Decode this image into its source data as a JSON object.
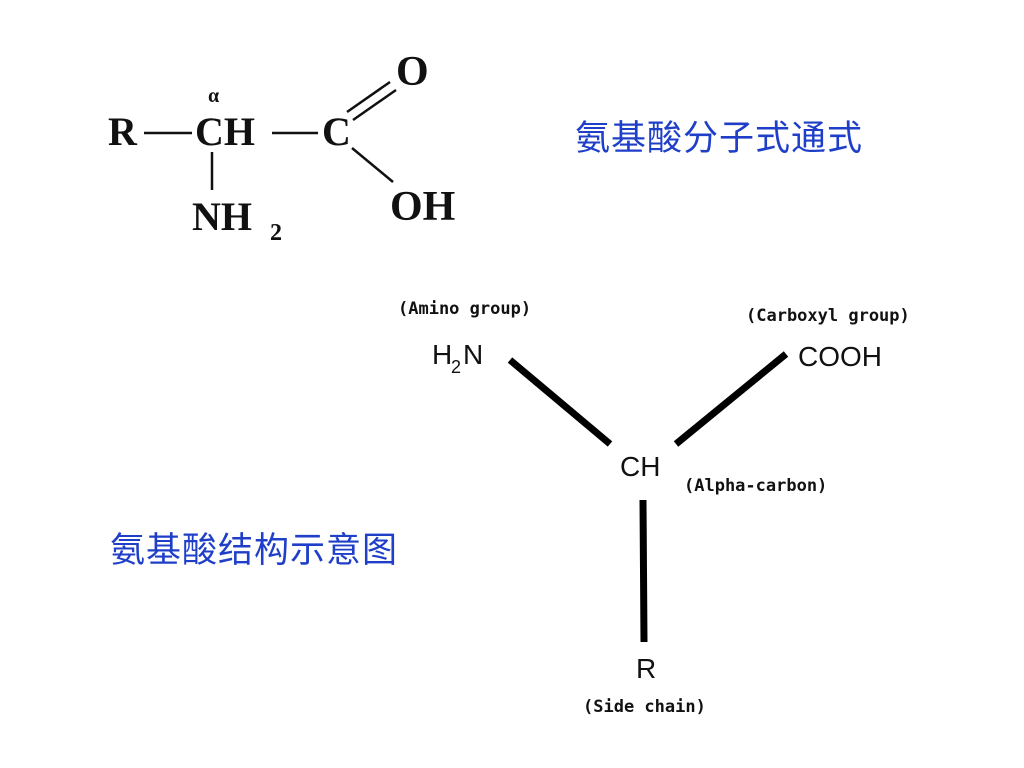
{
  "formula": {
    "r": "R",
    "alpha": "α",
    "ch": "CH",
    "c": "C",
    "o": "O",
    "oh": "OH",
    "nh": "NH",
    "nh_sub": "2"
  },
  "captions": {
    "formula": "氨基酸分子式通式",
    "structure": "氨基酸结构示意图"
  },
  "structure": {
    "amino_label": "(Amino group)",
    "amino_atom_h": "H",
    "amino_atom_sub": "2",
    "amino_atom_n": "N",
    "carboxyl_label": "(Carboxyl group)",
    "carboxyl_atom": "COOH",
    "center_atom": "CH",
    "alpha_label": "(Alpha-carbon)",
    "side_atom": "R",
    "side_label": "(Side chain)"
  },
  "colors": {
    "caption": "#1f3fc8",
    "ink": "#111111",
    "background": "#ffffff"
  }
}
